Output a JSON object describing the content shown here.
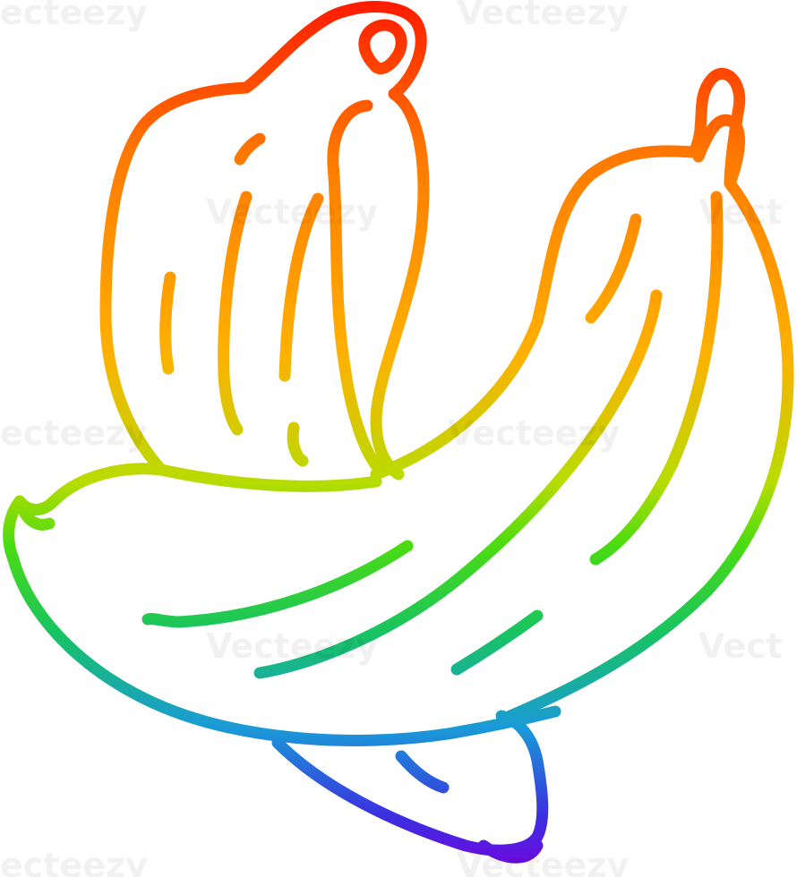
{
  "watermark": {
    "text_left": "ecteezy",
    "text_full": "Vecteezy",
    "text_right": "Vect"
  },
  "illustration": {
    "subject": "banana-bunch-line-drawing",
    "gradient_colors": [
      "#ff1a00",
      "#ff8a00",
      "#ffc400",
      "#7ddc00",
      "#1ac43c",
      "#1a9ad8",
      "#3a1ae0",
      "#7a00e0"
    ]
  }
}
